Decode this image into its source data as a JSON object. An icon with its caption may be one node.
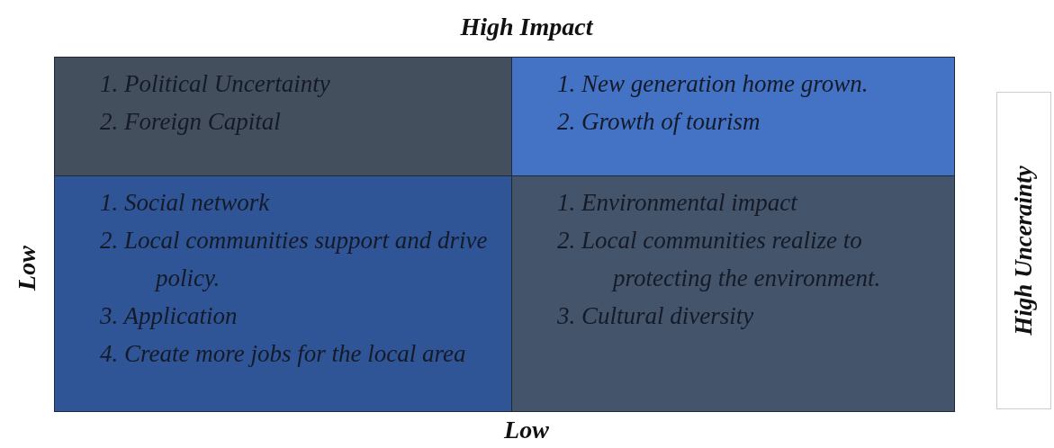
{
  "diagram": {
    "nodes": [
      {
        "text": [
          "1. Political Uncertainty",
          "2. Foreign Capital"
        ]
      },
      {
        "text": [
          "1. New generation home grown.",
          "2. Growth of tourism"
        ]
      },
      {
        "text": [
          "1. Social network",
          "2. Local communities support and drive policy.",
          "3. Application",
          "4. Create more jobs for the local area"
        ]
      },
      {
        "text": [
          "1. Environmental impact",
          "2. Local communities realize to protecting the environment.",
          "3. Cultural diversity"
        ]
      },
      {
        "text": [
          "High Uncerainty"
        ]
      }
    ],
    "edges": [],
    "labels": [
      "High Impact",
      "Low",
      "Low"
    ]
  }
}
